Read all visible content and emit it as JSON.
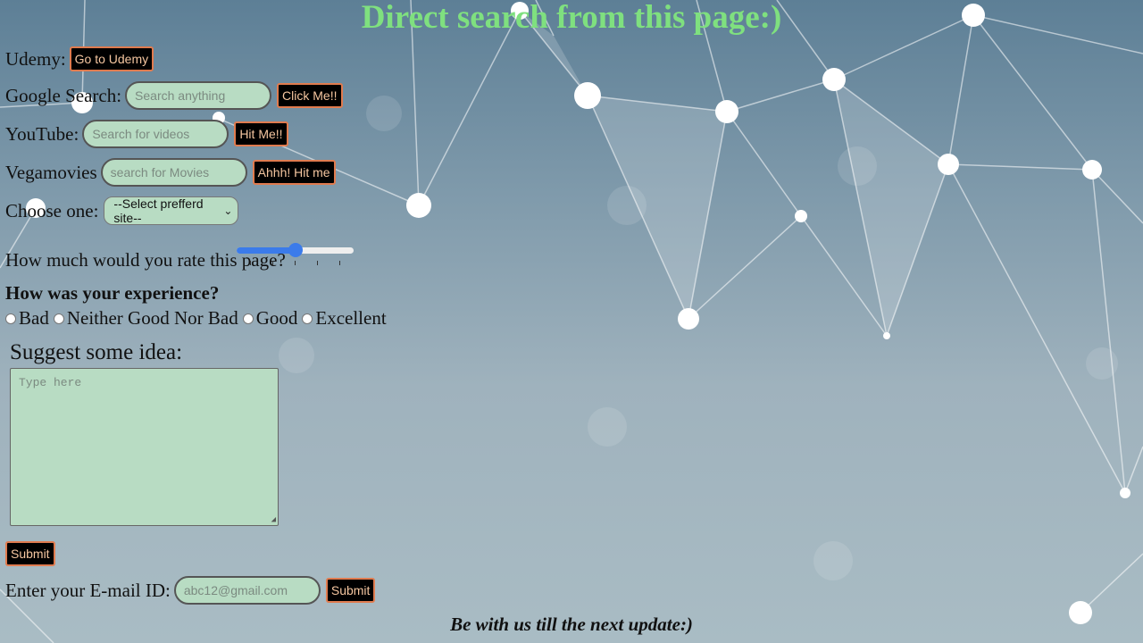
{
  "heading": "Direct search from this page:)",
  "udemy": {
    "label": "Udemy:",
    "button": "Go to Udemy"
  },
  "google": {
    "label": "Google Search:",
    "placeholder": "Search anything",
    "button": "Click Me!!"
  },
  "youtube": {
    "label": "YouTube:",
    "placeholder": "Search for videos",
    "button": "Hit Me!!"
  },
  "vegamovies": {
    "label": "Vegamovies",
    "placeholder": "search for Movies",
    "button": "Ahhh! Hit me"
  },
  "choose": {
    "label": "Choose one:",
    "selected": "--Select prefferd site--"
  },
  "rating": {
    "label": "How much would you rate this page?",
    "value_fraction": 0.5
  },
  "experience": {
    "title": "How was your experience?",
    "options": [
      "Bad",
      "Neither Good Nor Bad",
      "Good",
      "Excellent"
    ]
  },
  "suggest": {
    "title": "Suggest some idea:",
    "placeholder": "Type here",
    "submit": "Submit"
  },
  "email": {
    "label": "Enter your E-mail ID:",
    "placeholder": "abc12@gmail.com",
    "submit": "Submit"
  },
  "footer": "Be with us till the next update:)",
  "colors": {
    "accent": "#3b7bea",
    "heading": "#7fe07f",
    "input_bg": "#b8dcc3",
    "button_border": "#e07b4f"
  },
  "icons": {
    "select": "chevron-down-icon",
    "textarea": "resize-grip-icon"
  }
}
